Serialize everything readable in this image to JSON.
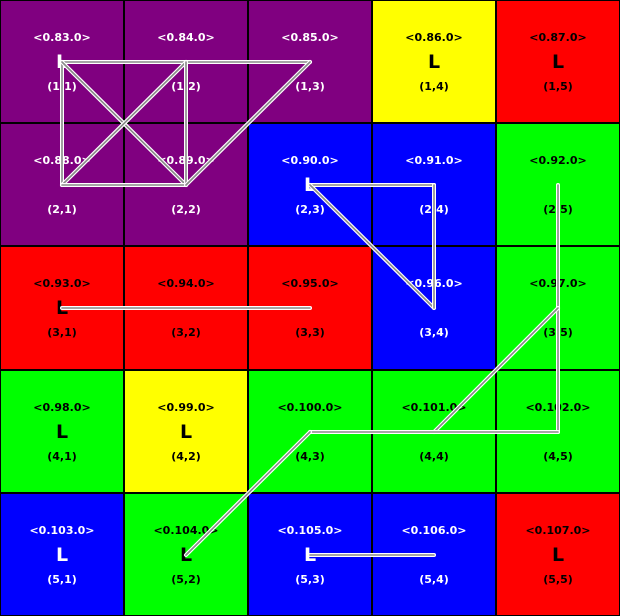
{
  "grid": {
    "rows": 5,
    "cols": 5,
    "palette": {
      "purple": "#800080",
      "yellow": "#ffff00",
      "red": "#ff0000",
      "blue": "#0000ff",
      "green": "#00ff00",
      "line": "#ffffff"
    },
    "cells": [
      {
        "value": "<0.83.0>",
        "mark": "L",
        "coord": "(1,1)",
        "color": "purple",
        "text": "white"
      },
      {
        "value": "<0.84.0>",
        "mark": "",
        "coord": "(1,2)",
        "color": "purple",
        "text": "white"
      },
      {
        "value": "<0.85.0>",
        "mark": "",
        "coord": "(1,3)",
        "color": "purple",
        "text": "white"
      },
      {
        "value": "<0.86.0>",
        "mark": "L",
        "coord": "(1,4)",
        "color": "yellow",
        "text": "black"
      },
      {
        "value": "<0.87.0>",
        "mark": "L",
        "coord": "(1,5)",
        "color": "red",
        "text": "black"
      },
      {
        "value": "<0.88.0>",
        "mark": "",
        "coord": "(2,1)",
        "color": "purple",
        "text": "white"
      },
      {
        "value": "<0.89.0>",
        "mark": "",
        "coord": "(2,2)",
        "color": "purple",
        "text": "white"
      },
      {
        "value": "<0.90.0>",
        "mark": "L",
        "coord": "(2,3)",
        "color": "blue",
        "text": "white"
      },
      {
        "value": "<0.91.0>",
        "mark": "",
        "coord": "(2,4)",
        "color": "blue",
        "text": "white"
      },
      {
        "value": "<0.92.0>",
        "mark": "",
        "coord": "(2,5)",
        "color": "green",
        "text": "black"
      },
      {
        "value": "<0.93.0>",
        "mark": "L",
        "coord": "(3,1)",
        "color": "red",
        "text": "black"
      },
      {
        "value": "<0.94.0>",
        "mark": "",
        "coord": "(3,2)",
        "color": "red",
        "text": "black"
      },
      {
        "value": "<0.95.0>",
        "mark": "",
        "coord": "(3,3)",
        "color": "red",
        "text": "black"
      },
      {
        "value": "<0.96.0>",
        "mark": "",
        "coord": "(3,4)",
        "color": "blue",
        "text": "white"
      },
      {
        "value": "<0.97.0>",
        "mark": "",
        "coord": "(3,5)",
        "color": "green",
        "text": "black"
      },
      {
        "value": "<0.98.0>",
        "mark": "L",
        "coord": "(4,1)",
        "color": "green",
        "text": "black"
      },
      {
        "value": "<0.99.0>",
        "mark": "L",
        "coord": "(4,2)",
        "color": "yellow",
        "text": "black"
      },
      {
        "value": "<0.100.0>",
        "mark": "",
        "coord": "(4,3)",
        "color": "green",
        "text": "black"
      },
      {
        "value": "<0.101.0>",
        "mark": "",
        "coord": "(4,4)",
        "color": "green",
        "text": "black"
      },
      {
        "value": "<0.102.0>",
        "mark": "",
        "coord": "(4,5)",
        "color": "green",
        "text": "black"
      },
      {
        "value": "<0.103.0>",
        "mark": "L",
        "coord": "(5,1)",
        "color": "blue",
        "text": "white"
      },
      {
        "value": "<0.104.0>",
        "mark": "L",
        "coord": "(5,2)",
        "color": "green",
        "text": "black"
      },
      {
        "value": "<0.105.0>",
        "mark": "L",
        "coord": "(5,3)",
        "color": "blue",
        "text": "white"
      },
      {
        "value": "<0.106.0>",
        "mark": "",
        "coord": "(5,4)",
        "color": "blue",
        "text": "white"
      },
      {
        "value": "<0.107.0>",
        "mark": "L",
        "coord": "(5,5)",
        "color": "red",
        "text": "black"
      }
    ],
    "links": [
      {
        "from": "(1,1)",
        "to": "(1,2)"
      },
      {
        "from": "(1,2)",
        "to": "(1,3)"
      },
      {
        "from": "(1,1)",
        "to": "(2,1)"
      },
      {
        "from": "(1,1)",
        "to": "(2,2)"
      },
      {
        "from": "(1,2)",
        "to": "(2,1)"
      },
      {
        "from": "(1,2)",
        "to": "(2,2)"
      },
      {
        "from": "(2,1)",
        "to": "(2,2)"
      },
      {
        "from": "(1,3)",
        "to": "(2,2)"
      },
      {
        "from": "(2,3)",
        "to": "(2,4)"
      },
      {
        "from": "(2,3)",
        "to": "(3,4)"
      },
      {
        "from": "(2,4)",
        "to": "(3,4)"
      },
      {
        "from": "(3,1)",
        "to": "(3,3)"
      },
      {
        "from": "(2,5)",
        "to": "(3,5)"
      },
      {
        "from": "(3,5)",
        "to": "(4,5)"
      },
      {
        "from": "(3,5)",
        "to": "(4,4)"
      },
      {
        "from": "(4,3)",
        "to": "(4,5)"
      },
      {
        "from": "(4,3)",
        "to": "(5,2)"
      },
      {
        "from": "(5,3)",
        "to": "(5,4)"
      }
    ]
  }
}
